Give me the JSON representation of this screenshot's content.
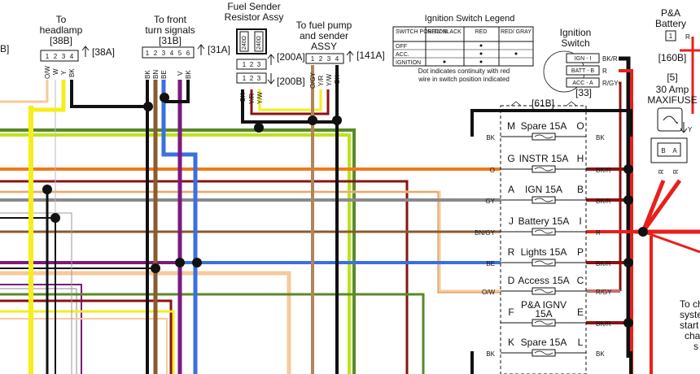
{
  "labels": {
    "headlamp": [
      "To",
      "headlamp"
    ],
    "headlamp_ref": "[38B]",
    "headlamp_conn": "[38A]",
    "turn": [
      "To front",
      "turn signals"
    ],
    "turn_ref": "[31B]",
    "turn_conn": "[31A]",
    "fuel_sender": [
      "Fuel Sender",
      "Resistor Assy"
    ],
    "fuel_pump": [
      "To fuel pump",
      "and sender",
      "ASSY"
    ],
    "fuel_pump_conn": "[141A]",
    "fs_conn_a": "[200A]",
    "fs_conn_b": "[200B]",
    "resistor_values": [
      "240Ω",
      "240Ω"
    ],
    "fuse_block": "[61B]",
    "ign_switch": [
      "Ignition",
      "Switch"
    ],
    "ign_ref": "[33]",
    "ign_pins": [
      "IGN - I",
      "BATT - B",
      "ACC - A"
    ],
    "ign_pin_wires": [
      "BK/R",
      "R",
      "R/GY"
    ],
    "pa_battery": [
      "P&A",
      "Battery"
    ],
    "pa_ref": "[160B]",
    "pa_pin": "1",
    "pa_wire": "R",
    "maxifuse_ref": "[5]",
    "maxifuse": [
      "30 Amp",
      "MAXIFUSE"
    ],
    "maxifuse_pins": [
      "B",
      "A"
    ],
    "maxifuse_wires": [
      "R",
      "R"
    ],
    "starter_note": [
      "To ch",
      "syste",
      "start",
      "cha",
      "s"
    ],
    "cut_off_label": "B]",
    "pa_r_fragment": "R"
  },
  "connectors": {
    "headlamp": {
      "pins": [
        "1",
        "2",
        "3",
        "4"
      ],
      "wires": [
        "O/W",
        "W",
        "Y",
        "BK"
      ]
    },
    "turn": {
      "pins": [
        "1",
        "2",
        "3",
        "4",
        "5",
        "6"
      ],
      "wires": [
        "BK",
        "BN",
        "BE",
        "V",
        "BK"
      ]
    },
    "fuel_sender_a": {
      "pins": [
        "1",
        "2",
        "3"
      ]
    },
    "fuel_sender_b": {
      "pins": [
        "1",
        "2",
        "3"
      ]
    },
    "fuel_sender_wires": [
      "BK",
      "Y/R",
      "Y/W"
    ],
    "fuel_pump": {
      "pins": [
        "1",
        "2",
        "3",
        "4"
      ],
      "wires": [
        "O/GY",
        "Y/R",
        "Y/W",
        "BK"
      ]
    }
  },
  "legend": {
    "title": "Ignition Switch Legend",
    "headers": [
      "SWITCH POSITION",
      "RED/ BLACK",
      "RED",
      "RED/ GRAY"
    ],
    "rows": [
      "OFF",
      "ACC.",
      "IGNITION"
    ],
    "note": [
      "Dot indicates continuity with red",
      "wire in switch position indicated"
    ]
  },
  "fuses": [
    {
      "left_pin": "M",
      "name": "Spare 15A",
      "right_pin": "O",
      "left_wire": "BK",
      "right_wire": "BK"
    },
    {
      "left_pin": "G",
      "name": "INSTR 15A",
      "right_pin": "H",
      "left_wire": "O",
      "right_wire": "BK/R"
    },
    {
      "left_pin": "A",
      "name": "IGN 15A",
      "right_pin": "B",
      "left_wire": "GY",
      "right_wire": "BK/R"
    },
    {
      "left_pin": "J",
      "name": "Battery 15A",
      "right_pin": "I",
      "left_wire": "BN/GY",
      "right_wire": "R"
    },
    {
      "left_pin": "R",
      "name": "Lights 15A",
      "right_pin": "P",
      "left_wire": "BE",
      "right_wire": "BK/R"
    },
    {
      "left_pin": "D",
      "name": "Access 15A",
      "right_pin": "C",
      "left_wire": "O/W",
      "right_wire": "R/GY"
    },
    {
      "left_pin": "F",
      "name": "P&A IGNV",
      "name2": "15A",
      "right_pin": "E",
      "left_wire": "",
      "right_wire": "BK/R"
    },
    {
      "left_pin": "K",
      "name": "Spare 15A",
      "right_pin": "L",
      "left_wire": "BK",
      "right_wire": "BK"
    }
  ],
  "colors": {
    "black": "#111111",
    "orange": "#f07a1c",
    "gray": "#8a8a8a",
    "brown": "#8a5a30",
    "blue": "#3a6fe0",
    "violet": "#7b1a7f",
    "yellow": "#f5ee1a",
    "tan": "#f7c99a",
    "red": "#e8201b",
    "darkred": "#8a1410",
    "green": "#5a8a28",
    "lime": "#bde31a",
    "white": "#ffffff"
  }
}
